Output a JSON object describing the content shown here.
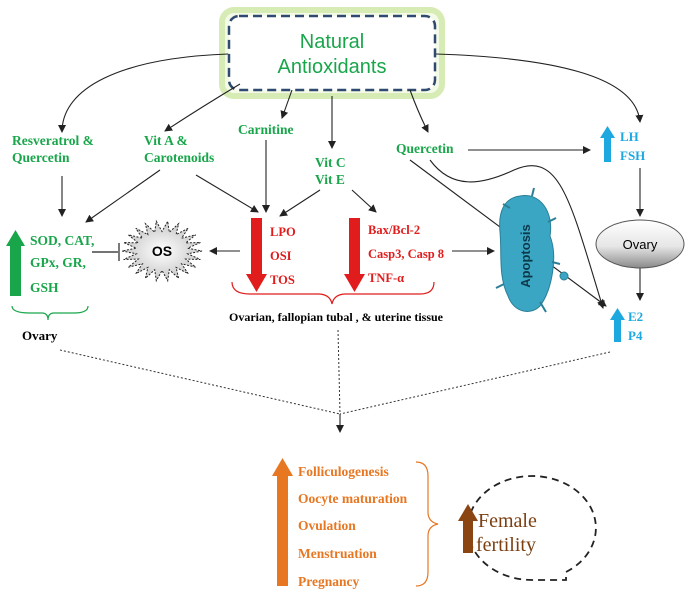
{
  "title": {
    "line1": "Natural",
    "line2": "Antioxidants"
  },
  "sources": {
    "resveratrol": {
      "line1": "Resveratrol &",
      "line2": "Quercetin"
    },
    "vitA": {
      "line1": "Vit A &",
      "line2": "Carotenoids"
    },
    "carnitine": "Carnitine",
    "vitCE": {
      "line1": "Vit C",
      "line2": "Vit E"
    },
    "quercetin": "Quercetin"
  },
  "enzymes": {
    "line1": "SOD, CAT,",
    "line2": "GPx, GR,",
    "line3": "GSH"
  },
  "ovary_left": "Ovary",
  "os": "OS",
  "oxidative": [
    "LPO",
    "OSI",
    "TOS"
  ],
  "apoptotic": [
    "Bax/Bcl-2",
    "Casp3, Casp 8",
    "TNF-α"
  ],
  "apoptosis": "Apoptosis",
  "tissue": "Ovarian, fallopian tubal , & uterine tissue",
  "hormones_top": [
    "LH",
    "FSH"
  ],
  "ovary_right": "Ovary",
  "hormones_bottom": [
    "E2",
    "P4"
  ],
  "outcomes": [
    "Folliculogenesis",
    "Oocyte maturation",
    "Ovulation",
    "Menstruation",
    "Pregnancy"
  ],
  "fertility": {
    "line1": "Female",
    "line2": "fertility"
  },
  "colors": {
    "green": "#19a64b",
    "red": "#e01c1c",
    "blue": "#1ea8e0",
    "orange": "#e87722",
    "brown": "#8b4513",
    "apoptosis": "#3aa6c4"
  }
}
